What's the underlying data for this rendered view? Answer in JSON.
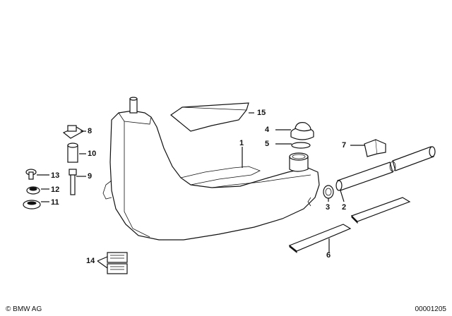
{
  "diagram": {
    "callouts": [
      {
        "id": "c1",
        "text": "1"
      },
      {
        "id": "c2",
        "text": "2"
      },
      {
        "id": "c3",
        "text": "3"
      },
      {
        "id": "c4",
        "text": "4"
      },
      {
        "id": "c5",
        "text": "5"
      },
      {
        "id": "c6",
        "text": "6"
      },
      {
        "id": "c7",
        "text": "7"
      },
      {
        "id": "c8",
        "text": "8"
      },
      {
        "id": "c9",
        "text": "9"
      },
      {
        "id": "c10",
        "text": "10"
      },
      {
        "id": "c11",
        "text": "11"
      },
      {
        "id": "c12",
        "text": "12"
      },
      {
        "id": "c13",
        "text": "13"
      },
      {
        "id": "c14",
        "text": "14"
      },
      {
        "id": "c15",
        "text": "15"
      }
    ],
    "footer": {
      "copyright": "© BMW AG",
      "image_number": "00001205"
    }
  }
}
